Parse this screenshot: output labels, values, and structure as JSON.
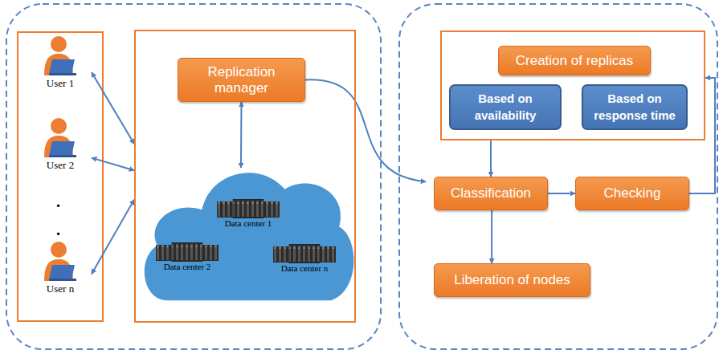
{
  "diagram": {
    "nodes": [
      {
        "text": [
          "User 1"
        ]
      },
      {
        "text": [
          "User 2"
        ]
      },
      {
        "text": [
          "User n"
        ]
      },
      {
        "text": []
      },
      {
        "text": [
          "Replication manager"
        ],
        "in": 3
      },
      {
        "text": [],
        "in": 3
      },
      {
        "text": [
          "Data center 1"
        ],
        "in": 5
      },
      {
        "text": [
          "Data center 2"
        ],
        "in": 5
      },
      {
        "text": [
          "Data center n"
        ],
        "in": 5
      },
      {
        "text": []
      },
      {
        "text": [
          "Creation of replicas"
        ],
        "in": 9
      },
      {
        "text": [
          "Based on availability"
        ],
        "in": 9
      },
      {
        "text": [
          "Based on response time"
        ],
        "in": 9
      },
      {
        "text": [
          "Classification"
        ]
      },
      {
        "text": [
          "Checking"
        ]
      },
      {
        "text": [
          "Liberation of nodes"
        ]
      }
    ],
    "edges": [
      {
        "from": 0,
        "to": 3,
        "arrow": "both"
      },
      {
        "from": 1,
        "to": 3,
        "arrow": "both"
      },
      {
        "from": 2,
        "to": 3,
        "arrow": "both"
      },
      {
        "from": 4,
        "to": 5,
        "arrow": "both"
      },
      {
        "from": 4,
        "to": 13,
        "arrow": "to"
      },
      {
        "from": 9,
        "to": 13,
        "arrow": "to"
      },
      {
        "from": 13,
        "to": 14,
        "arrow": "to"
      },
      {
        "from": 14,
        "to": 9,
        "arrow": "to"
      },
      {
        "from": 13,
        "to": 15,
        "arrow": "to"
      }
    ],
    "labels": [
      ".",
      "."
    ]
  }
}
